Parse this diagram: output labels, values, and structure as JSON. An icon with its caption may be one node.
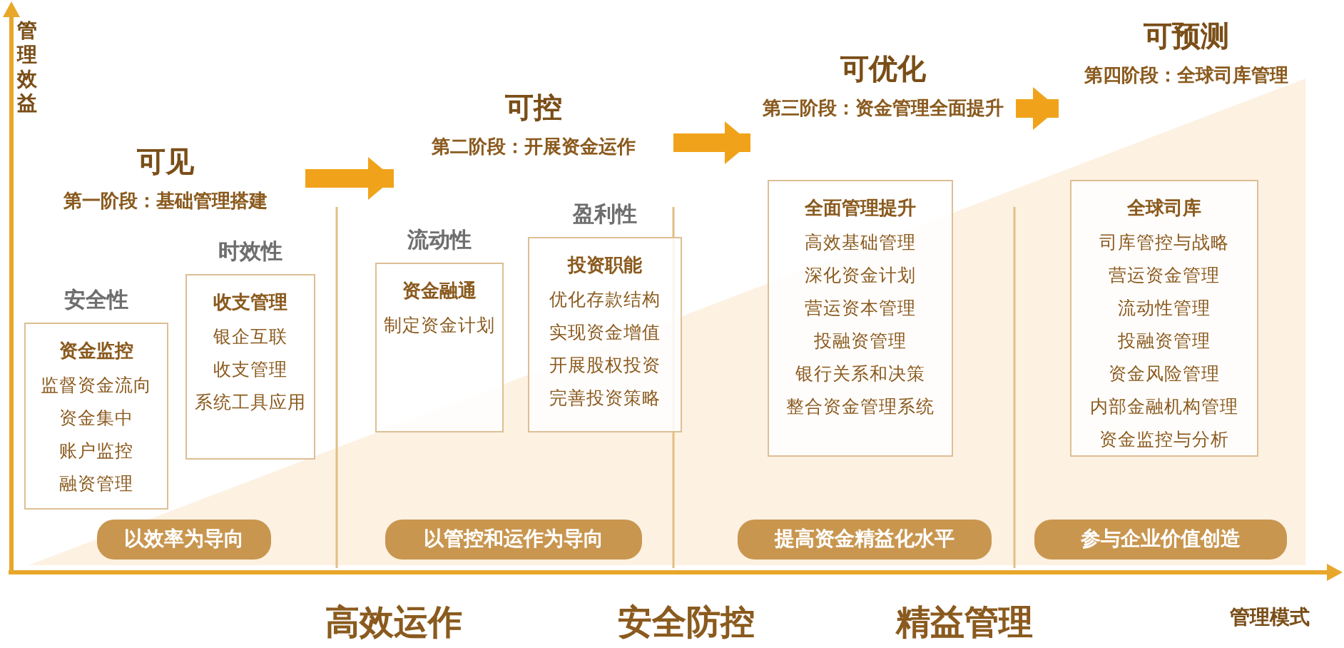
{
  "diagram": {
    "nodes": [
      {
        "text": [
          "可见",
          "第一阶段：基础管理搭建"
        ]
      },
      {
        "text": [
          "安全性",
          "资金监控",
          "监督资金流向",
          "资金集中",
          "账户监控",
          "融资管理"
        ]
      },
      {
        "text": [
          "时效性",
          "收支管理",
          "银企互联",
          "收支管理",
          "系统工具应用"
        ]
      },
      {
        "text": [
          "以效率为导向"
        ]
      },
      {
        "text": [
          "可控",
          "第二阶段：开展资金运作"
        ]
      },
      {
        "text": [
          "流动性",
          "资金融通",
          "制定资金计划"
        ]
      },
      {
        "text": [
          "盈利性",
          "投资职能",
          "优化存款结构",
          "实现资金增值",
          "开展股权投资",
          "完善投资策略"
        ]
      },
      {
        "text": [
          "以管控和运作为导向"
        ]
      },
      {
        "text": [
          "可优化",
          "第三阶段：资金管理全面提升"
        ]
      },
      {
        "text": [
          "全面管理提升",
          "高效基础管理",
          "深化资金计划",
          "营运资本管理",
          "投融资管理",
          "银行关系和决策",
          "整合资金管理系统"
        ]
      },
      {
        "text": [
          "提高资金精益化水平"
        ]
      },
      {
        "text": [
          "可预测",
          "第四阶段：全球司库管理"
        ]
      },
      {
        "text": [
          "全球司库",
          "司库管控与战略",
          "营运资金管理",
          "流动性管理",
          "投融资管理",
          "资金风险管理",
          "内部金融机构管理",
          "资金监控与分析"
        ]
      },
      {
        "text": [
          "参与企业价值创造"
        ]
      }
    ],
    "edges": [
      {
        "from": 0,
        "to": 4,
        "arrow": "to"
      },
      {
        "from": 4,
        "to": 8,
        "arrow": "to"
      },
      {
        "from": 8,
        "to": 11,
        "arrow": "to"
      }
    ],
    "labels": [
      "管理效益",
      "高效运作",
      "安全防控",
      "精益管理",
      "管理模式"
    ]
  }
}
